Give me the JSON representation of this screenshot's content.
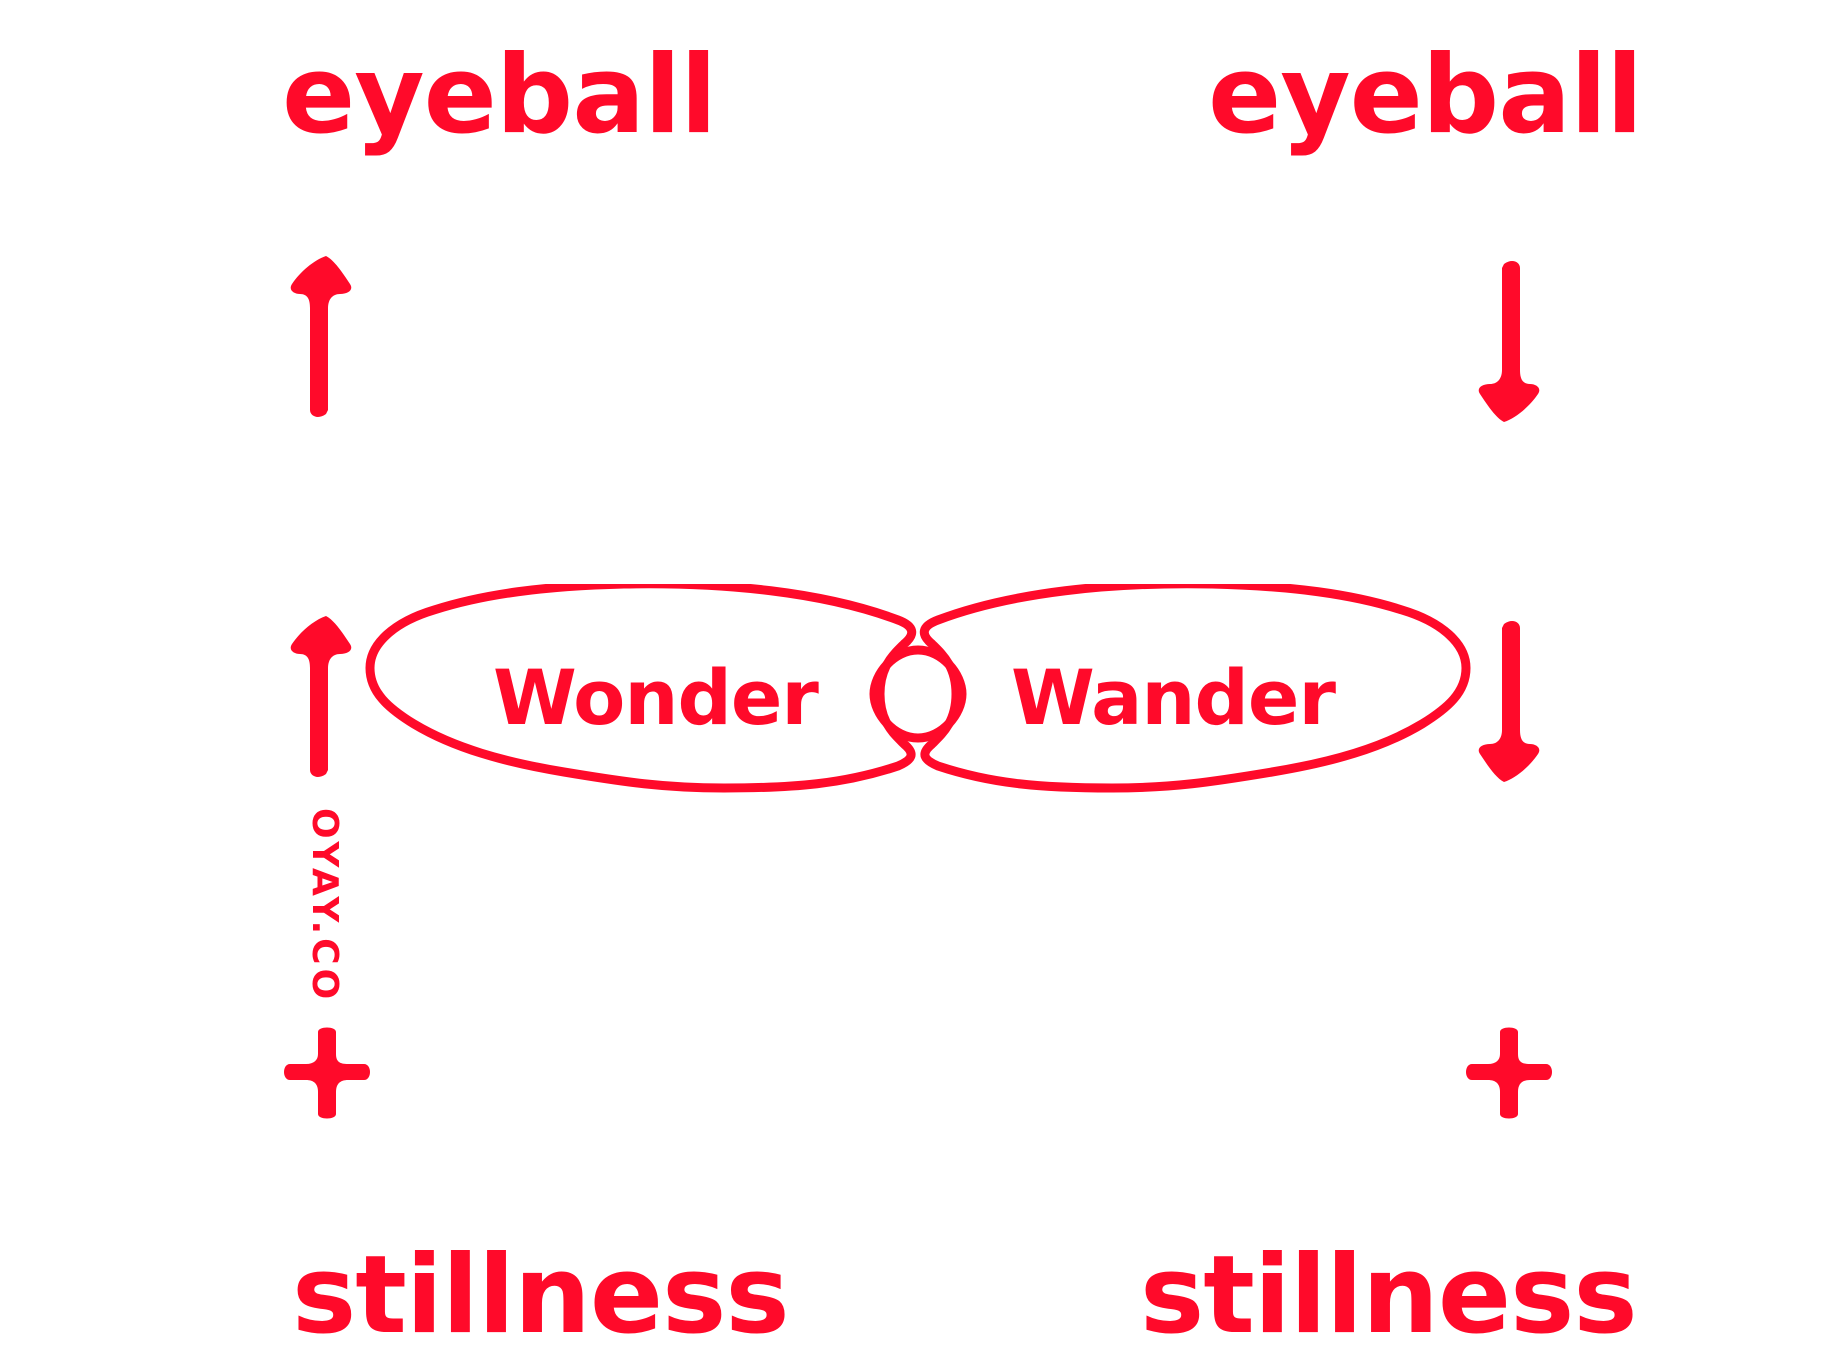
{
  "palette": {
    "accent": "#ff0a2a",
    "background": "#ffffff"
  },
  "corners": {
    "top_left": "eyeball",
    "top_right": "eyeball",
    "bottom_left": "stillness",
    "bottom_right": "stillness"
  },
  "infinity": {
    "left_word": "Wonder",
    "right_word": "Wander"
  },
  "brand": {
    "site": "OYAY.CO"
  },
  "icons": {
    "left_upper_arrow": "up-arrow-icon",
    "left_middle_arrow": "up-arrow-icon",
    "right_upper_arrow": "down-arrow-icon",
    "right_middle_arrow": "down-arrow-icon",
    "left_plus": "plus-icon",
    "right_plus": "plus-icon",
    "center_loop": "infinity-loop-icon"
  }
}
